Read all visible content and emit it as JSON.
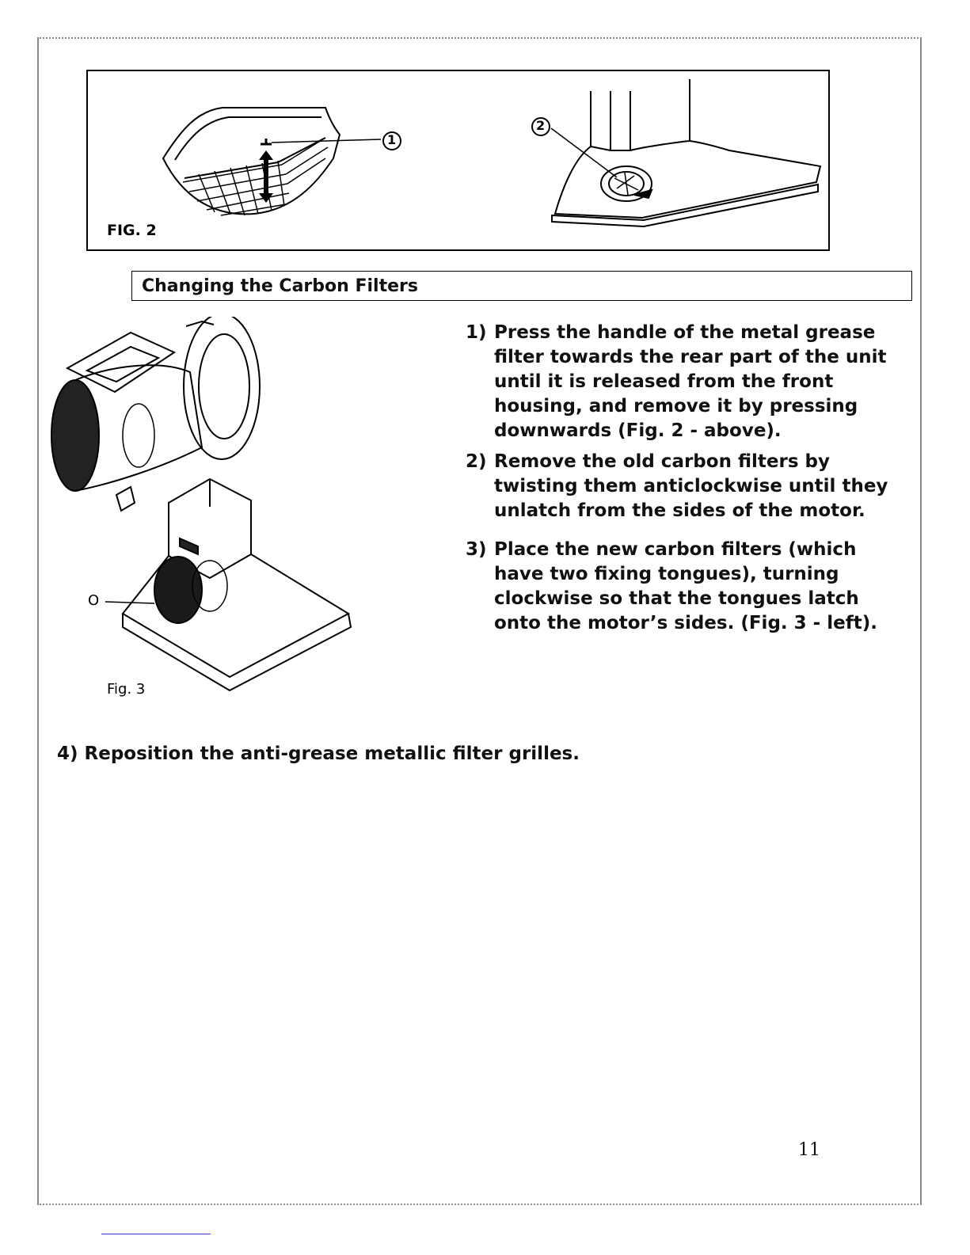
{
  "figures": {
    "fig2": {
      "label": "FIG. 2",
      "callouts": [
        "1",
        "2"
      ]
    },
    "fig3": {
      "label": "Fig.  3",
      "callout": "O"
    }
  },
  "section": {
    "title": "Changing the Carbon Filters"
  },
  "steps": [
    {
      "number": "1)",
      "text": "Press the handle of the metal grease filter towards the rear part of the unit until it is released from the front housing, and remove it by pressing downwards (Fig. 2 - above)."
    },
    {
      "number": "2)",
      "text": "Remove the old carbon filters by twisting them anticlockwise until they unlatch from the sides of the motor."
    },
    {
      "number": "3)",
      "text": "Place the new carbon filters (which have two fixing tongues), turning clockwise so that the tongues latch onto the motor’s sides. (Fig. 3 - left)."
    }
  ],
  "step4": {
    "text": "4) Reposition the anti-grease metallic filter grilles."
  },
  "footer": {
    "page_number": "11"
  }
}
